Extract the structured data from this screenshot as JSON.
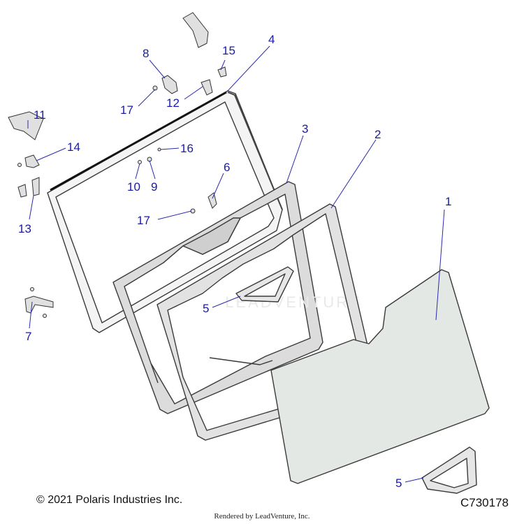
{
  "callouts": {
    "c1": "1",
    "c2": "2",
    "c3": "3",
    "c4": "4",
    "c5a": "5",
    "c5b": "5",
    "c6": "6",
    "c7": "7",
    "c8": "8",
    "c9": "9",
    "c10": "10",
    "c11": "11",
    "c12": "12",
    "c13": "13",
    "c14": "14",
    "c15": "15",
    "c16": "16",
    "c17a": "17",
    "c17b": "17"
  },
  "footer": {
    "copyright": "© 2021 Polaris Industries Inc.",
    "diagram_id": "C730178",
    "rendered_by": "Rendered by LeadVenture, Inc."
  },
  "watermark": "LEADVENTURE",
  "colors": {
    "callout": "#1a1aa6",
    "glass_fill": "#e4e8e4",
    "frame_fill": "#dcdcdc",
    "part_stroke": "#3a3a3a"
  }
}
